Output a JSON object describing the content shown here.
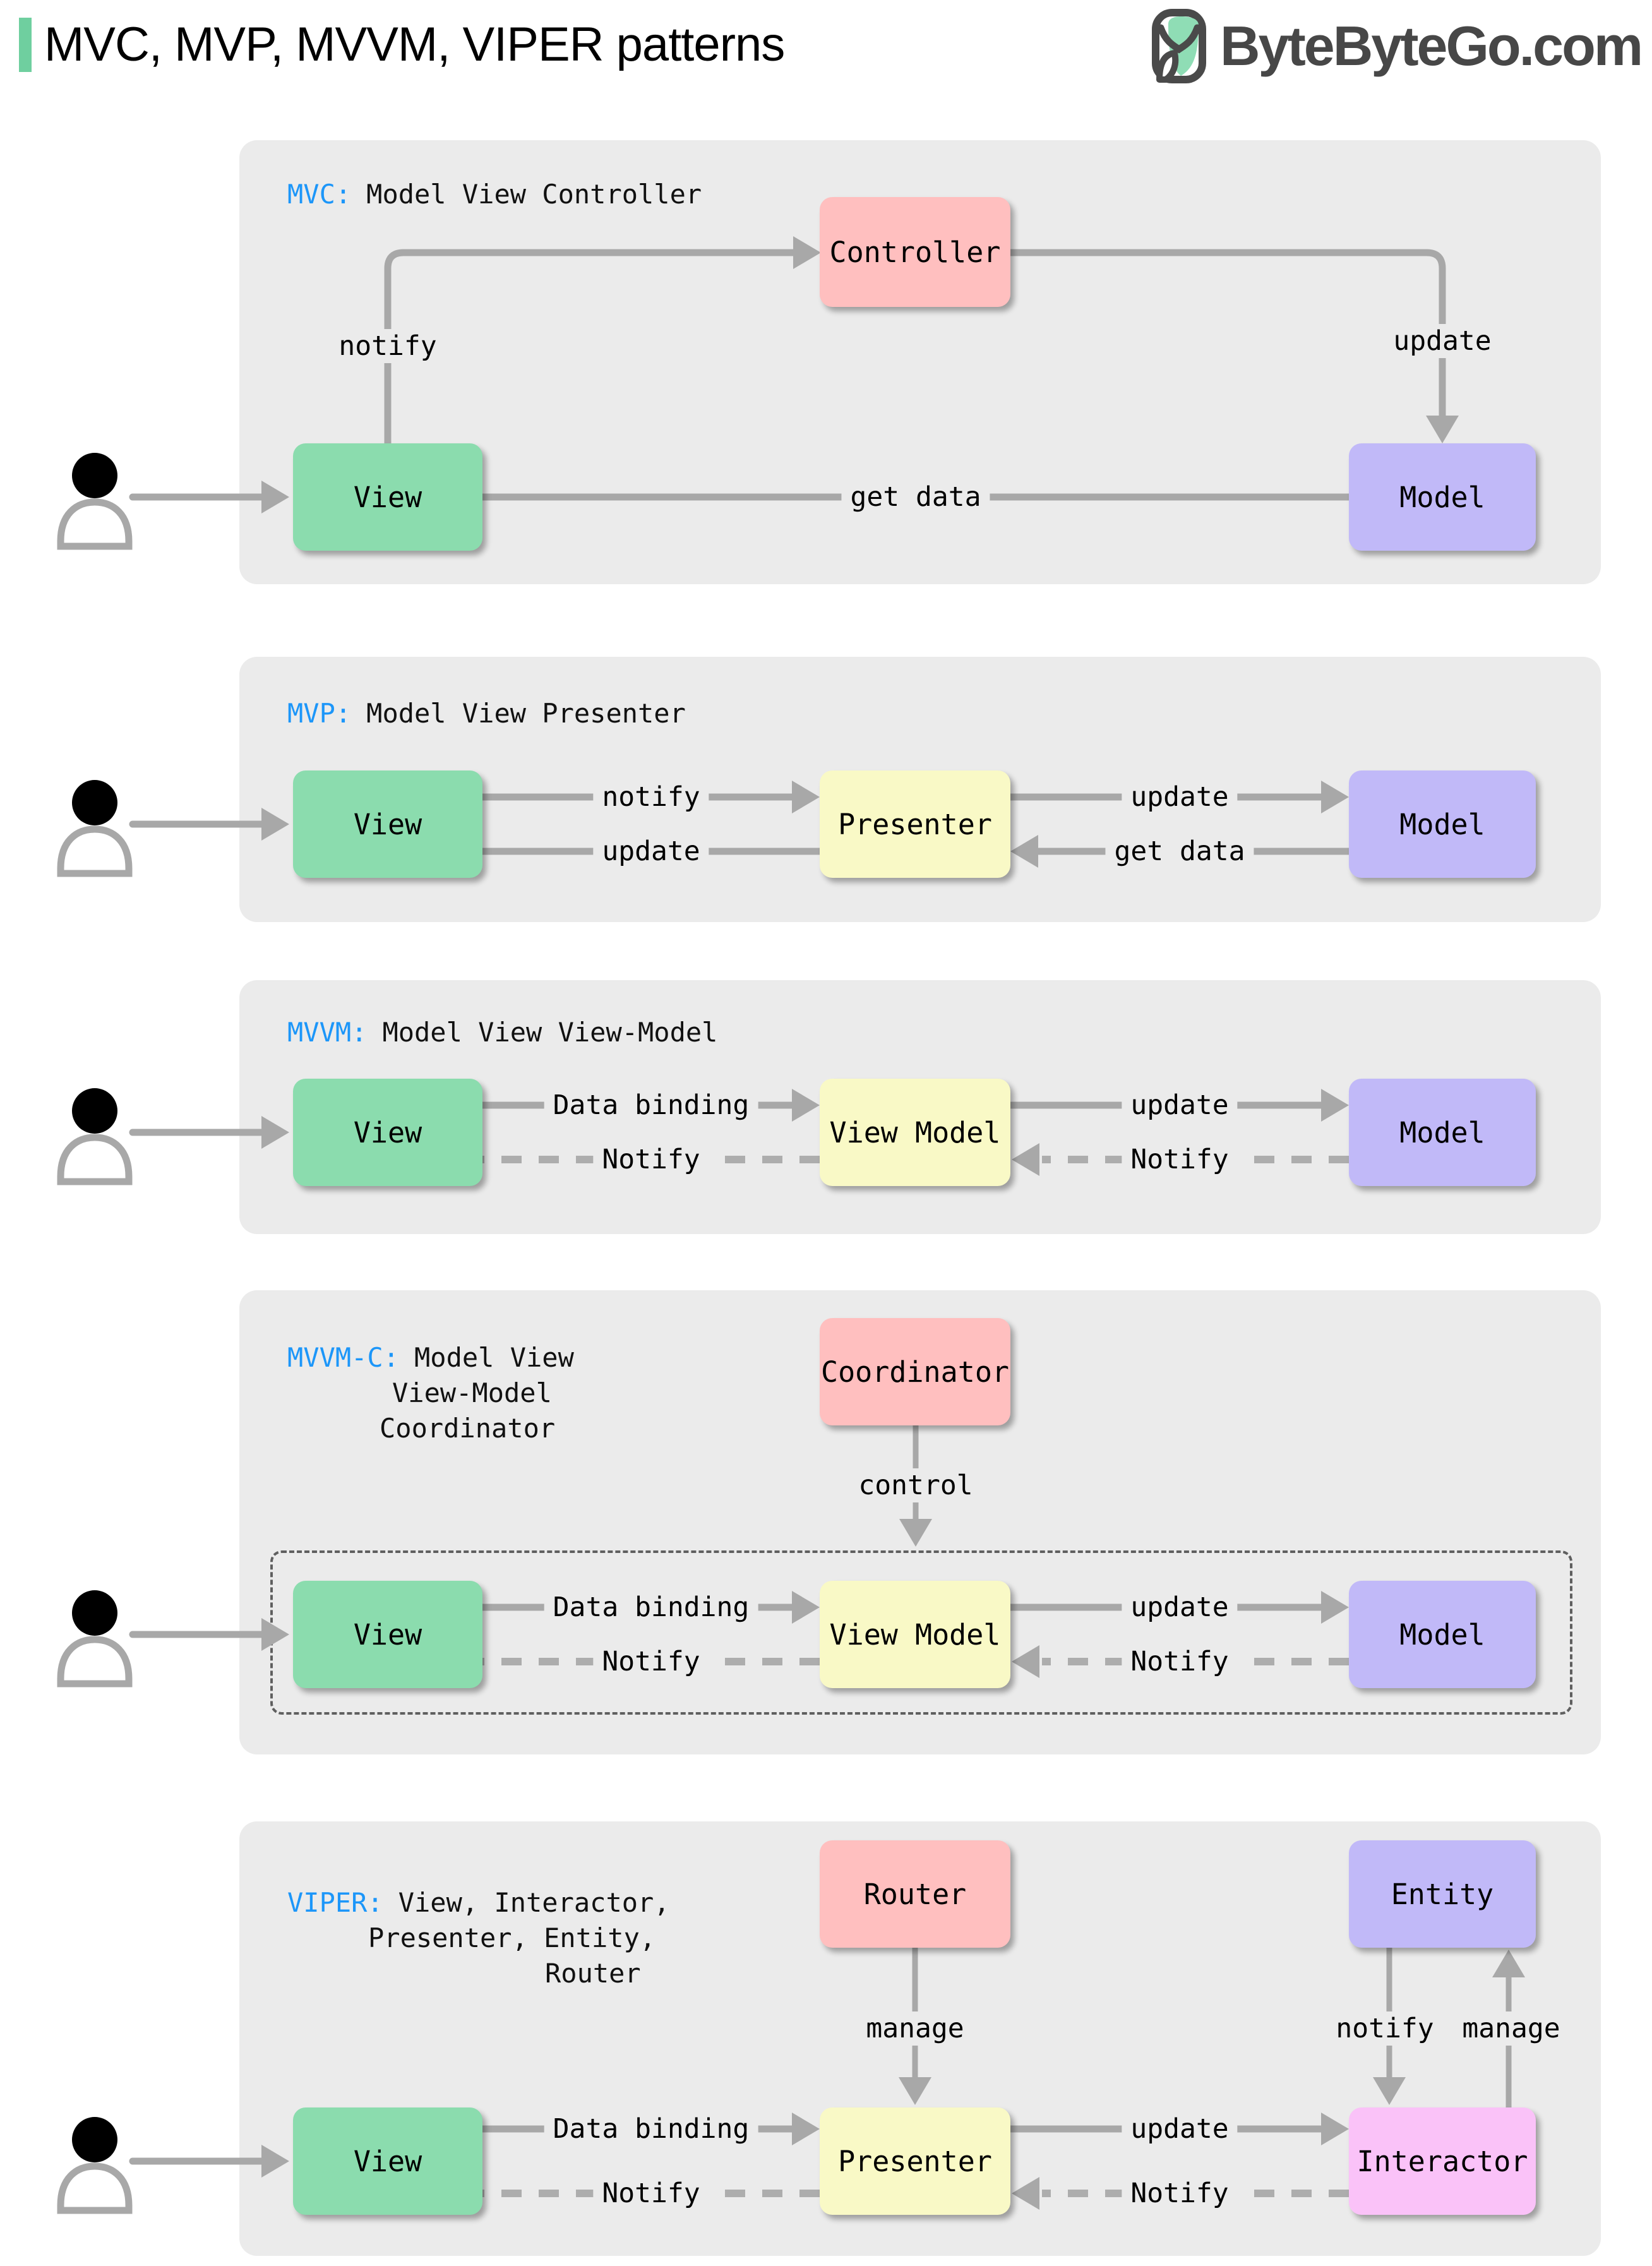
{
  "header": {
    "title": "MVC, MVP, MVVM, VIPER patterns",
    "logo_text": "ByteByteGo.com"
  },
  "colors": {
    "accent_green": "#6fcf9f",
    "tag_blue": "#1c96f9",
    "panel_gray": "#ebebeb",
    "box_green": "#8bdcae",
    "box_pink": "#ffbfbf",
    "box_purple": "#c1b9f8",
    "box_yellow": "#f9f9c6",
    "box_magenta": "#fac2f8",
    "arrow_gray": "#a8a8a8"
  },
  "sections": {
    "mvc": {
      "tag": "MVC:",
      "name": "Model View Controller",
      "boxes": {
        "controller": "Controller",
        "view": "View",
        "model": "Model"
      },
      "labels": {
        "notify": "notify",
        "update": "update",
        "get_data": "get data"
      }
    },
    "mvp": {
      "tag": "MVP:",
      "name": "Model View Presenter",
      "boxes": {
        "view": "View",
        "presenter": "Presenter",
        "model": "Model"
      },
      "labels": {
        "notify": "notify",
        "update_left": "update",
        "update_right": "update",
        "get_data": "get data"
      }
    },
    "mvvm": {
      "tag": "MVVM:",
      "name": "Model View View-Model",
      "boxes": {
        "view": "View",
        "view_model": "View Model",
        "model": "Model"
      },
      "labels": {
        "data_binding": "Data binding",
        "notify_left": "Notify",
        "update": "update",
        "notify_right": "Notify"
      }
    },
    "mvvmc": {
      "tag": "MVVM-C:",
      "name_line1": "Model View",
      "name_line2": "View-Model",
      "name_line3": "Coordinator",
      "boxes": {
        "coordinator": "Coordinator",
        "view": "View",
        "view_model": "View Model",
        "model": "Model"
      },
      "labels": {
        "control": "control",
        "data_binding": "Data binding",
        "notify_left": "Notify",
        "update": "update",
        "notify_right": "Notify"
      }
    },
    "viper": {
      "tag": "VIPER:",
      "name_line1": "View, Interactor,",
      "name_line2": "Presenter, Entity,",
      "name_line3": "Router",
      "boxes": {
        "router": "Router",
        "entity": "Entity",
        "view": "View",
        "presenter": "Presenter",
        "interactor": "Interactor"
      },
      "labels": {
        "manage_router": "manage",
        "notify_entity": "notify",
        "manage_entity": "manage",
        "data_binding": "Data binding",
        "notify_left": "Notify",
        "update": "update",
        "notify_right": "Notify"
      }
    }
  }
}
